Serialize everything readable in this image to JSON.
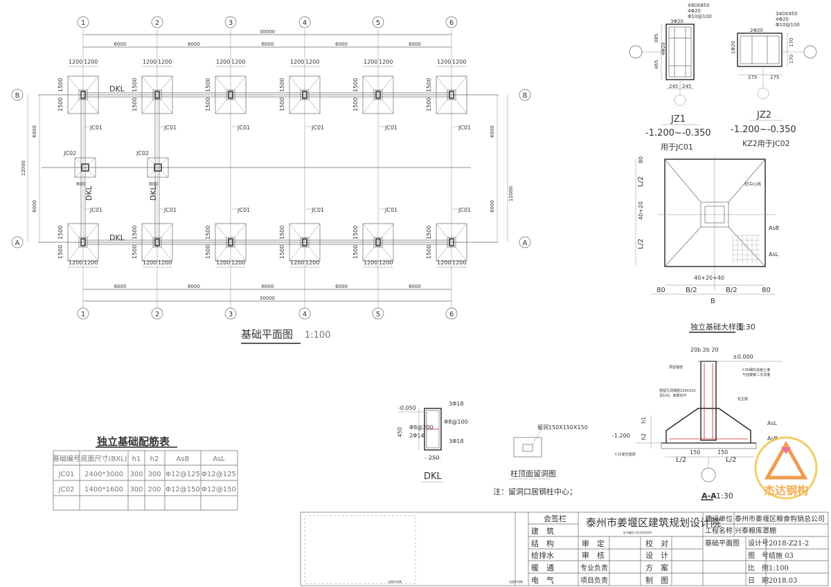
{
  "plan": {
    "axes_numbers": [
      "1",
      "2",
      "3",
      "4",
      "5",
      "6"
    ],
    "axes_letters": [
      "A",
      "B"
    ],
    "bay": "6000",
    "total": "30000",
    "side_span": "6000",
    "side_total": "12000",
    "pad_half_x": "1200",
    "pad_half_y": "1500",
    "beam_label": "DKL",
    "jc01": "JC01",
    "jc02": "JC02",
    "jc02_dim": "800",
    "title": "基础平面图",
    "scale": "1:100"
  },
  "jz1": {
    "title": "JZ1",
    "range": "-1.200~-0.350",
    "use": "用于JC01",
    "size": "490X850",
    "r1": "4Φ20",
    "r2": "Φ10@100",
    "top_bars": "3Φ20",
    "side_bars": "4Φ20",
    "dim_a": "385",
    "dim_b": "465",
    "dim_c": "245",
    "dim_d": "245"
  },
  "jz2": {
    "title": "JZ2",
    "range": "-1.200~-0.350",
    "use": "KZ2用于JC02",
    "size": "340X450",
    "r1": "4Φ20",
    "r2": "Φ10@100",
    "top_bars": "2Φ20",
    "side_bars": "1Φ20",
    "dim_a": "170",
    "dim_b": "170",
    "dim_c": "275",
    "dim_d": "175"
  },
  "detail": {
    "title": "独立基础大样图",
    "scale": "1:30",
    "L2": "L/2",
    "B2": "B/2",
    "d80": "80",
    "mid": "40+20",
    "col_center": "柱中心线",
    "asb": "AsB",
    "asl": "AsL",
    "bot": "40+20+40",
    "b_label": "B"
  },
  "section": {
    "title": "A-A",
    "scale": "1:30",
    "top_dim": "20b 2b 20",
    "level0": "±0.000",
    "level1": "-1.200",
    "n1": "C30细石混凝土灌",
    "n2": "与柱脚第二次浇灌",
    "n3": "预留锚栓",
    "n4": "预留孔洞钢筋150X150",
    "n5": "深100，底部找平",
    "n6": "柱主筋",
    "n7": "C15素砼垫层",
    "asl": "AsL",
    "asb": "AsB",
    "h1": "h1",
    "h2": "h2",
    "d150": "150",
    "L2": "L/2"
  },
  "table": {
    "title": "独立基础配筋表",
    "headers": [
      "基础编号",
      "底面尺寸(BXL)",
      "h1",
      "h2",
      "AsB",
      "AsL"
    ],
    "rows": [
      [
        "JC01",
        "2400*3000",
        "300",
        "300",
        "Φ12@125",
        "Φ12@125"
      ],
      [
        "JC02",
        "1400*1600",
        "300",
        "200",
        "Φ12@150",
        "Φ12@150"
      ]
    ]
  },
  "dkl": {
    "title": "DKL",
    "level": "-0.050",
    "top": "3Φ18",
    "stir": "Φ8@200",
    "stir2": "Φ8@100",
    "mid": "2Φ14",
    "bot": "3Φ18",
    "h": "450",
    "w": "250"
  },
  "hole": {
    "size": "留洞150X150X150",
    "title": "柱顶面留洞图",
    "note": "注：留洞口居钢柱中心；"
  },
  "titleblock": {
    "sign_header": "会签栏",
    "disciplines": [
      "建　筑",
      "结　构",
      "给排水",
      "暖　通",
      "电　气"
    ],
    "institute": "泰州市姜堰区建筑规划设计院",
    "cert": "证书编号 A2320XXXX",
    "roles_left": [
      "审　定",
      "审　核",
      "专业负责",
      "项目负责"
    ],
    "roles_right": [
      "校　对",
      "设　计",
      "方　案",
      "制　图"
    ],
    "client_label": "建设单位",
    "client": "泰州市姜堰区粮食购销总公司",
    "project_label": "工程名称",
    "project": "兴泰粮库罩棚",
    "drawing_name": "基础平面图",
    "design_no_label": "设计号",
    "design_no": "2018-Z21-2",
    "fig_label": "图　号",
    "fig": "结施 03",
    "scale_label": "比　例",
    "scale": "1:100",
    "date_label": "日　期",
    "date": "2018.03",
    "small_note": "出图专用章"
  },
  "logo": {
    "text": "杰达钢构"
  },
  "colors": {
    "line": "#666666",
    "ink": "#222222",
    "logo": "#f0a830"
  }
}
